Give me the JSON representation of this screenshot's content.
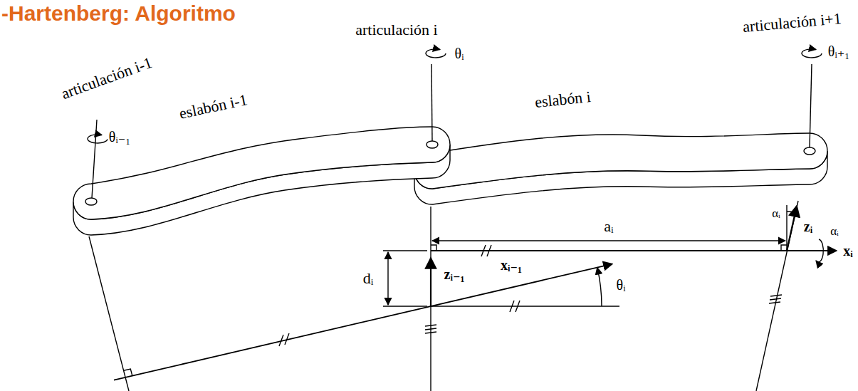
{
  "diagram": {
    "title": "-Hartenberg: Algoritmo",
    "labels": [
      "articulación i-1",
      "θᵢ₋₁",
      "eslabón i-1",
      "articulación i",
      "θᵢ",
      "eslabón i",
      "articulación i+1",
      "θᵢ₊₁",
      "αᵢ",
      "aᵢ",
      "zᵢ",
      "αᵢ",
      "xᵢ",
      "dᵢ",
      "zᵢ₋₁",
      "xᵢ₋₁",
      "θᵢ"
    ]
  }
}
